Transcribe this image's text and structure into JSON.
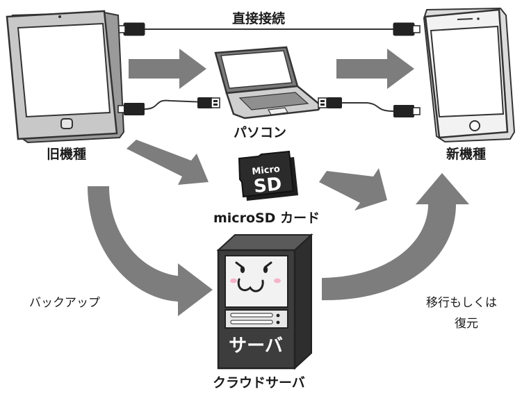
{
  "labels": {
    "direct_connection": "直接接続",
    "old_device": "旧機種",
    "new_device": "新機種",
    "pc": "パソコン",
    "microsd": "microSD カード",
    "cloud_server": "クラウドサーバ",
    "backup": "バックアップ",
    "migrate_line1": "移行もしくは",
    "migrate_line2": "復元"
  },
  "sd_card_text": {
    "top": "Micro",
    "bottom": "SD"
  },
  "server_text": "サーバ",
  "colors": {
    "arrow": "#7d7d7d",
    "device_body": "#c8c8c8",
    "device_outline": "#333333",
    "screen": "#ffffff",
    "sd_card": "#2b2b2b",
    "server_body": "#3d3d3d",
    "server_face": "#f2f2f2",
    "cheek": "#f4b3c8"
  },
  "icons": {
    "old_device": "tablet-icon",
    "new_device": "smartphone-icon",
    "pc": "laptop-icon",
    "card": "microsd-card-icon",
    "server": "server-icon",
    "cable": "usb-cable-icon"
  }
}
